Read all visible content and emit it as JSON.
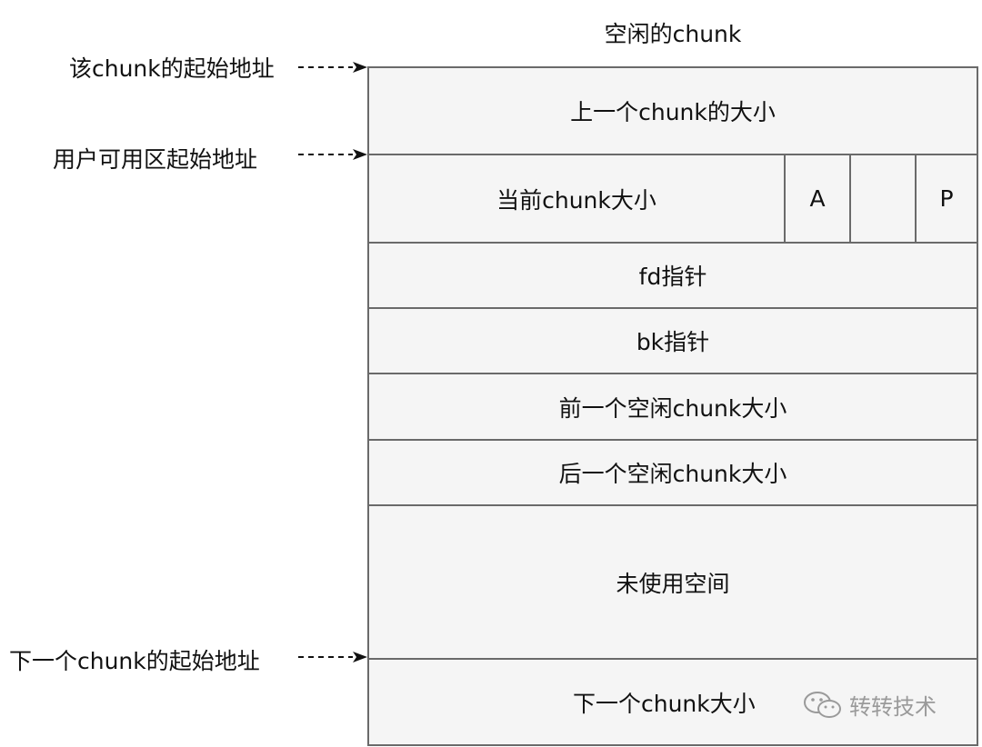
{
  "title": "空闲的chunk",
  "labels": {
    "chunk_start": "该chunk的起始地址",
    "user_start": "用户可用区起始地址",
    "next_chunk_start": "下一个chunk的起始地址"
  },
  "fields": {
    "prev_size": "上一个chunk的大小",
    "cur_size": "当前chunk大小",
    "flag_a": "A",
    "flag_blank": "",
    "flag_p": "P",
    "fd": "fd指针",
    "bk": "bk指针",
    "prev_free_size": "前一个空闲chunk大小",
    "next_free_size": "后一个空闲chunk大小",
    "unused": "未使用空间",
    "next_size": "下一个chunk大小"
  },
  "watermark": {
    "text": "转转技术",
    "icon": "wechat-icon"
  },
  "colors": {
    "fill": "#f5f5f5",
    "border": "#6a6a6a",
    "watermark": "#9a9a9a"
  }
}
